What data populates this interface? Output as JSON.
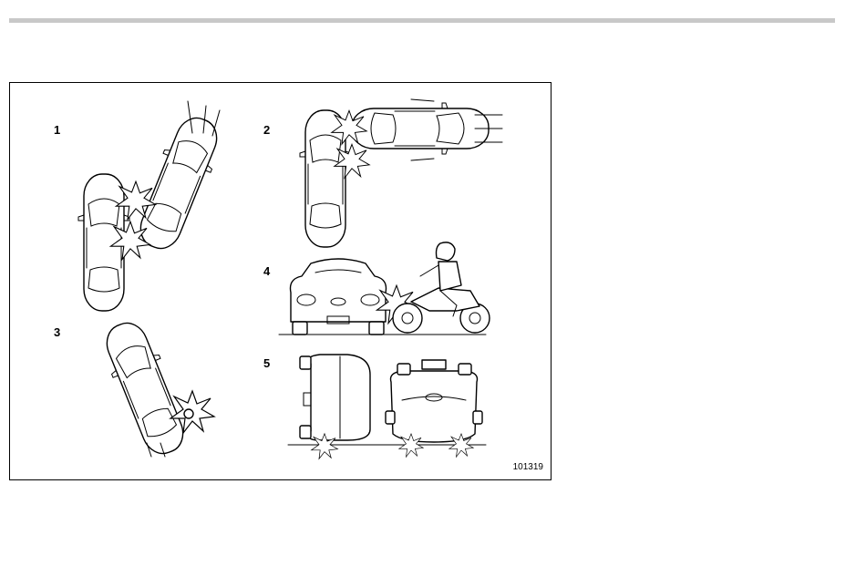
{
  "figure": {
    "panels": [
      {
        "label": "1"
      },
      {
        "label": "2"
      },
      {
        "label": "3"
      },
      {
        "label": "4"
      },
      {
        "label": "5"
      }
    ],
    "figure_id": "101319"
  }
}
